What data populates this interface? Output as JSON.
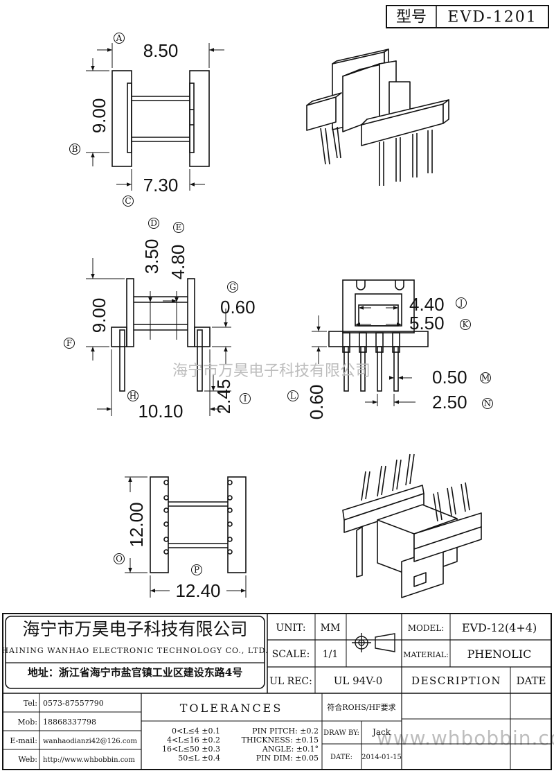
{
  "header": {
    "model_label": "型号",
    "model_value": "EVD-1201"
  },
  "dimensions": {
    "top_width": "8.50",
    "top_height": "9.00",
    "top_inner": "7.30",
    "side_d": "3.50",
    "side_e": "4.80",
    "side_height": "9.00",
    "side_g": "0.60",
    "side_i": "2.45",
    "side_width": "10.10",
    "front_j": "4.40",
    "front_k": "5.50",
    "front_l": "0.60",
    "front_m": "0.50",
    "front_n": "2.50",
    "bottom_height": "12.00",
    "bottom_width": "12.40"
  },
  "markers": {
    "a": "Ⓐ",
    "b": "Ⓑ",
    "c": "Ⓒ",
    "d": "Ⓓ",
    "e": "Ⓔ",
    "f": "Ⓕ",
    "g": "Ⓖ",
    "h": "Ⓗ",
    "i": "Ⓘ",
    "j": "Ⓙ",
    "k": "Ⓚ",
    "l": "Ⓛ",
    "m": "Ⓜ",
    "n": "Ⓝ",
    "o": "Ⓞ",
    "p": "Ⓟ"
  },
  "watermark_center": "海宁市万昊电子科技有限公司",
  "watermark_corner": "www.whbobbin.com",
  "company": {
    "name_cn": "海宁市万昊电子科技有限公司",
    "name_en": "HAINING WANHAO ELECTRONIC TECHNOLOGY CO., LTD.",
    "address": "地址：浙江省海宁市盐官镇工业区建设东路4号"
  },
  "title_block": {
    "unit_label": "UNIT:",
    "unit_value": "MM",
    "scale_label": "SCALE:",
    "scale_value": "1/1",
    "ulrec_label": "UL REC:",
    "ulrec_value": "UL 94V-0",
    "model_label": "MODEL:",
    "model_value": "EVD-12(4+4)",
    "material_label": "MATERIAL:",
    "material_value": "PHENOLIC",
    "description_label": "DESCRIPTION",
    "date_label": "DATE"
  },
  "contacts": [
    {
      "label": "Tel:",
      "value": "0573-87557790"
    },
    {
      "label": "Mob:",
      "value": "18868337798"
    },
    {
      "label": "E-mail:",
      "value": "wanhaodianzi42@126.com"
    },
    {
      "label": "Web:",
      "value": "http://www.whbobbin.com"
    }
  ],
  "tolerances": {
    "title": "TOLERANCES",
    "length_rules": [
      "0<L≤4 ±0.1",
      "4<L≤16 ±0.2",
      "16<L≤50 ±0.3",
      "50≤L ±0.4"
    ],
    "other_rules": [
      "PIN PITCH: ±0.2",
      "THICKNESS: ±0.15",
      "ANGLE: ±0.1°",
      "PIN DIM: ±0.05"
    ]
  },
  "compliance": "符合ROHS/HF要求",
  "draw_by_label": "DRAW BY:",
  "draw_by_value": "Jack",
  "date_label": "DATE:",
  "date_value": "2014-01-15"
}
